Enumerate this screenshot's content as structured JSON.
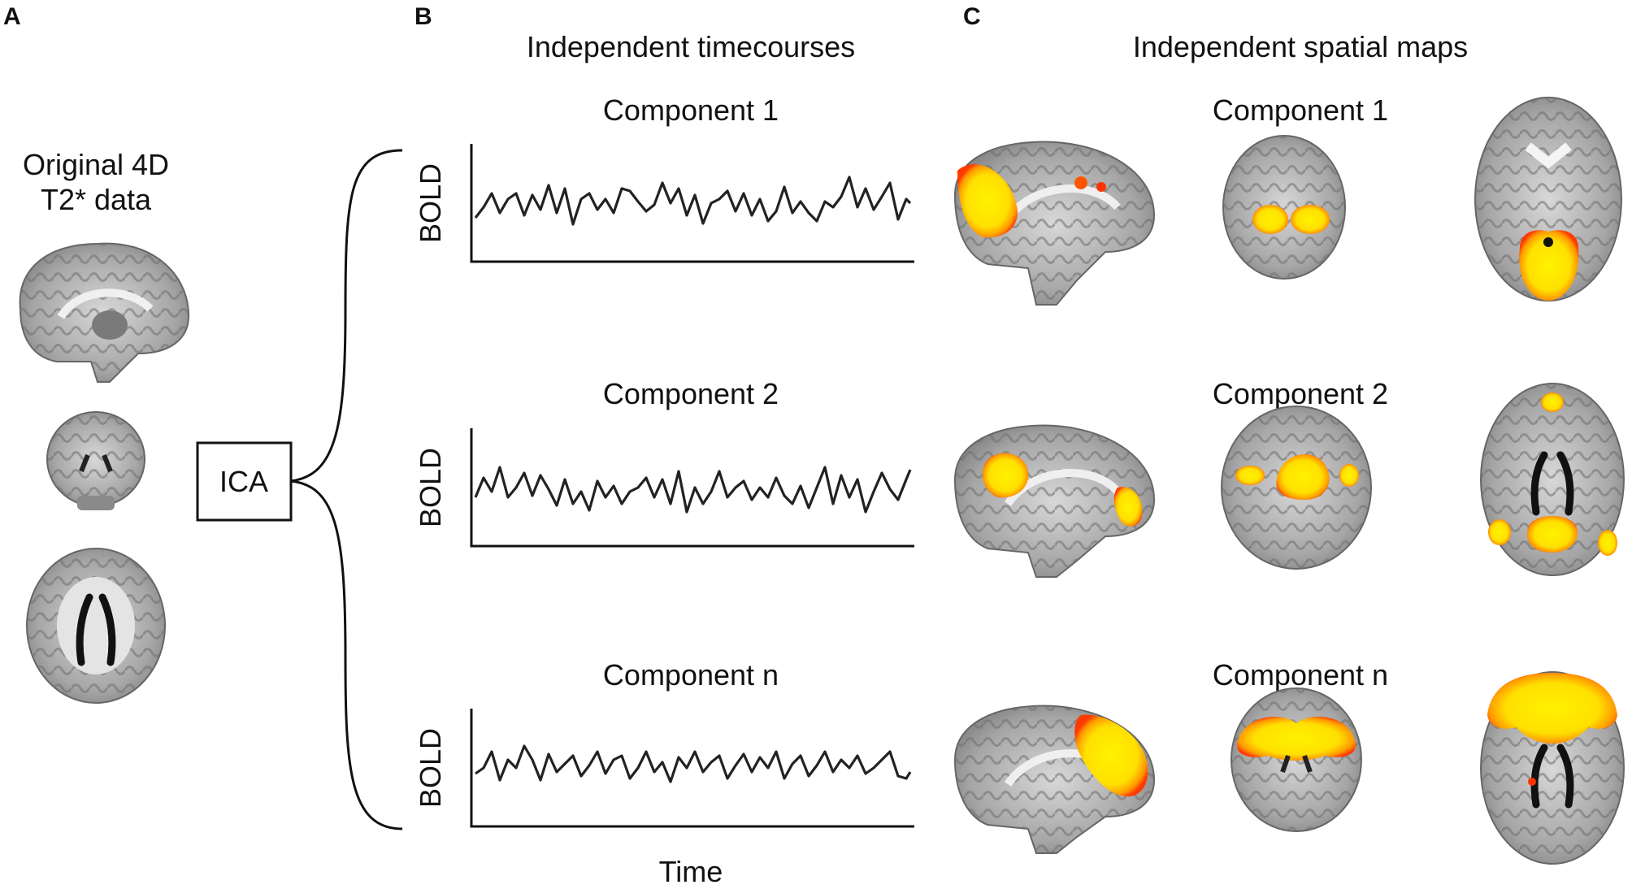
{
  "panels": {
    "a": {
      "letter": "A",
      "title_line1": "Original 4D",
      "title_line2": "T2* data"
    },
    "b": {
      "letter": "B",
      "title": "Independent timecourses",
      "xlabel": "Time"
    },
    "c": {
      "letter": "C",
      "title": "Independent spatial maps"
    }
  },
  "ica_box": {
    "label": "ICA"
  },
  "components": [
    {
      "label": "Component 1",
      "ylabel": "BOLD"
    },
    {
      "label": "Component 2",
      "ylabel": "BOLD"
    },
    {
      "label": "Component n",
      "ylabel": "BOLD"
    }
  ],
  "brain_views": [
    "sagittal",
    "coronal",
    "axial"
  ],
  "colors": {
    "brain_gray": "#9a9a9a",
    "white_matter": "#e2e2e2",
    "activation_core": "#ffee00",
    "activation_edge": "#ff3300",
    "line": "#222222"
  }
}
